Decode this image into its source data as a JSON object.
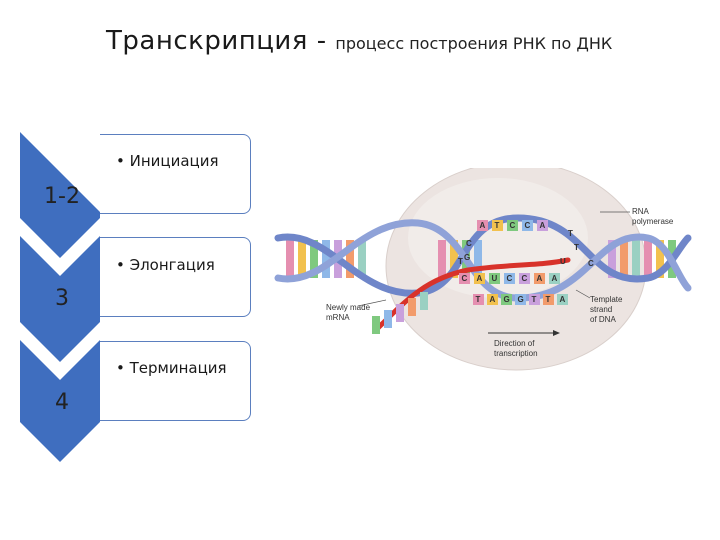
{
  "title": {
    "main": "Транскрипция - ",
    "sub": "процесс построения РНК по ДНК"
  },
  "steps": [
    {
      "number": "1-2",
      "text": "• Инициация"
    },
    {
      "number": "3",
      "text": "• Элонгация"
    },
    {
      "number": "4",
      "text": "• Терминация"
    }
  ],
  "figure": {
    "labels": {
      "rna_polymerase_1": "RNA",
      "rna_polymerase_2": "polymerase",
      "newly_made_1": "Newly made",
      "newly_made_2": "mRNA",
      "template_1": "Template",
      "template_2": "strand",
      "template_3": "of DNA",
      "direction_1": "Direction of",
      "direction_2": "transcription"
    },
    "top_bases": [
      "A",
      "T",
      "C",
      "C",
      "A"
    ],
    "loop_bases": [
      "C",
      "G",
      "T",
      "T",
      "U",
      "T",
      "C"
    ],
    "rna_bases": [
      "C",
      "A",
      "U",
      "C",
      "C",
      "A",
      "A"
    ],
    "template_bases": [
      "T",
      "A",
      "G",
      "G",
      "T",
      "T",
      "A"
    ],
    "colors": {
      "chevron": "#3f6ebf",
      "box_border": "#5b7fbf",
      "dna_strand": "#6f86c9",
      "mrna": "#d8322a",
      "polymerase": "#ece4e1"
    }
  }
}
